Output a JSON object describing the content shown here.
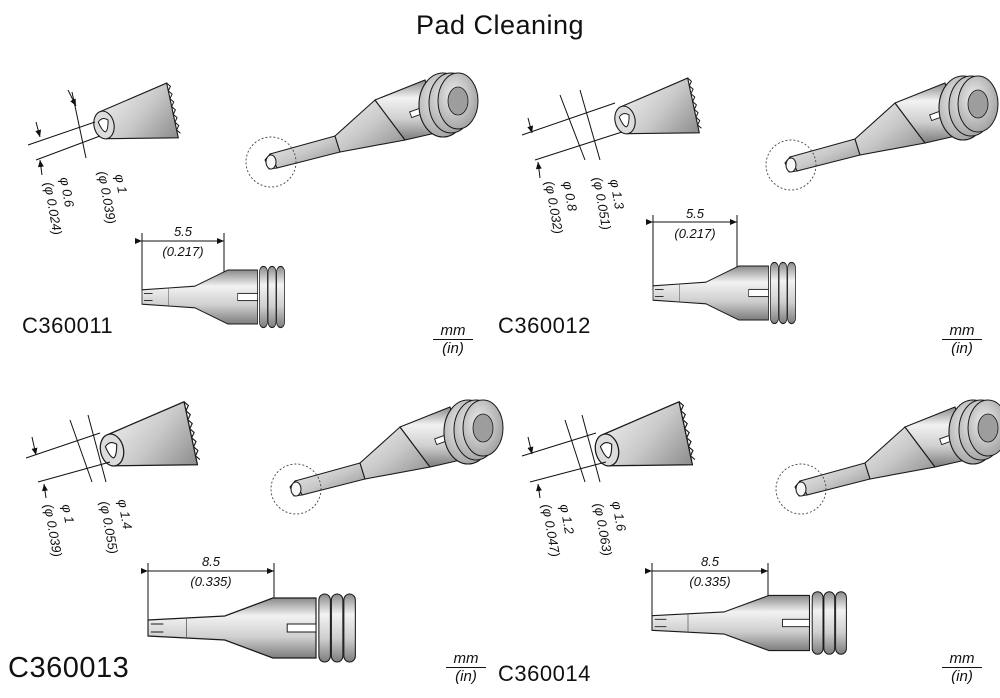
{
  "title": "Pad Cleaning",
  "units": {
    "primary": "mm",
    "secondary": "(in)"
  },
  "tips": [
    {
      "part": "C360011",
      "length_mm": "5.5",
      "length_in": "(0.217)",
      "inner_mm": "0.6",
      "inner_in": "0.024)",
      "outer_mm": "1",
      "outer_in": "0.039)"
    },
    {
      "part": "C360012",
      "length_mm": "5.5",
      "length_in": "(0.217)",
      "inner_mm": "0.8",
      "inner_in": "0.032)",
      "outer_mm": "1.3",
      "outer_in": "0.051)"
    },
    {
      "part": "C360013",
      "length_mm": "8.5",
      "length_in": "(0.335)",
      "inner_mm": "1",
      "inner_in": "0.039)",
      "outer_mm": "1.4",
      "outer_in": "0.055)"
    },
    {
      "part": "C360014",
      "length_mm": "8.5",
      "length_in": "(0.335)",
      "inner_mm": "1.2",
      "inner_in": "0.047)",
      "outer_mm": "1.6",
      "outer_in": "0.063)"
    }
  ],
  "symbols": {
    "diameter": "φ",
    "open_paren": "("
  },
  "colors": {
    "metal_light": "#e9e9e9",
    "metal_mid": "#c4c4c4",
    "metal_dark": "#8f8f8f",
    "outline": "#1a1a1a"
  }
}
